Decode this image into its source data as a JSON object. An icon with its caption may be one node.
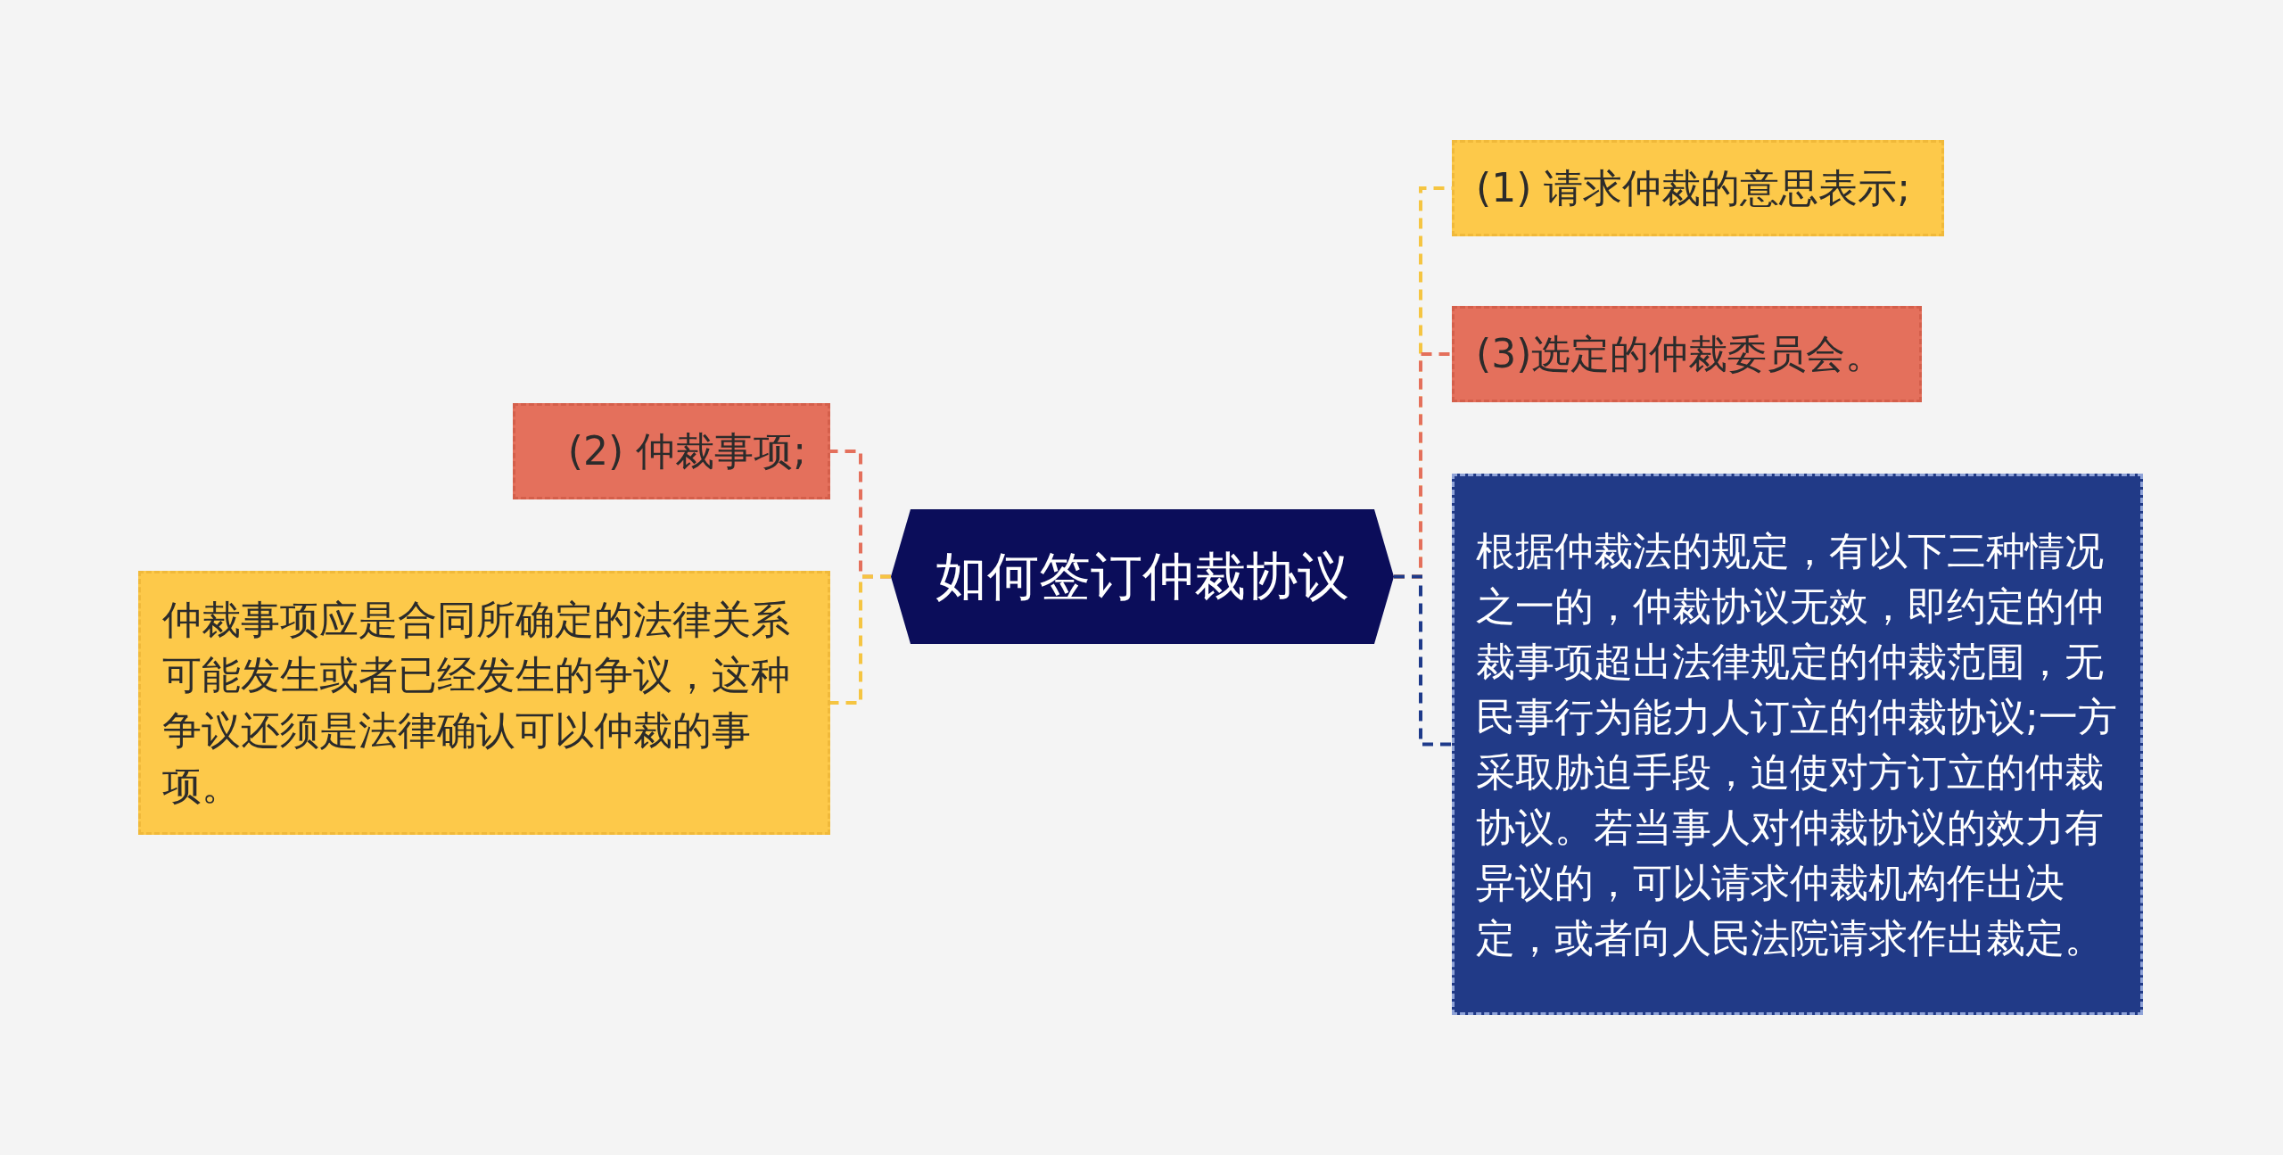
{
  "diagram": {
    "nodes": [
      {
        "text": [
          "如何签订仲裁协议"
        ]
      },
      {
        "text": [
          "(1) 请求仲裁的意思表示;"
        ]
      },
      {
        "text": [
          "(3)选定的仲裁委员会。"
        ]
      },
      {
        "text": [
          "根据仲裁法的规定，有以下三种情况之一的，仲裁协议无效，即约定的仲裁事项超出法律规定的仲裁范围，无民事行为能力人订立的仲裁协议;一方采取胁迫手段，迫使对方订立的仲裁协议。若当事人对仲裁协议的效力有异议的，可以请求仲裁机构作出决定，或者向人民法院请求作出裁定。"
        ]
      },
      {
        "text": [
          "(2) 仲裁事项;"
        ]
      },
      {
        "text": [
          "仲裁事项应是合同所确定的法律关系可能发生或者已经发生的争议，这种争议还须是法律确认可以仲裁的事项。"
        ]
      }
    ],
    "edges": [
      {
        "from": 0,
        "to": 1,
        "arrow": "none",
        "style": "dashed",
        "color": "#f5c542"
      },
      {
        "from": 0,
        "to": 2,
        "arrow": "none",
        "style": "dashed",
        "color": "#e4705c"
      },
      {
        "from": 0,
        "to": 3,
        "arrow": "none",
        "style": "dashed",
        "color": "#1e3a8a"
      },
      {
        "from": 0,
        "to": 4,
        "arrow": "none",
        "style": "dashed",
        "color": "#e4705c"
      },
      {
        "from": 0,
        "to": 5,
        "arrow": "none",
        "style": "dashed",
        "color": "#f5c542"
      }
    ]
  }
}
